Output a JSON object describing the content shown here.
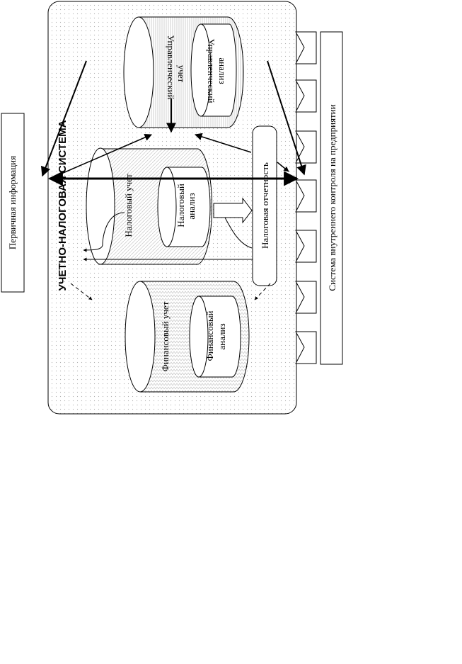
{
  "diagram": {
    "primary_info": "Первичная информация",
    "system_title": "УЧЕТНО-НАЛОГОВАЯ СИСТЕМА",
    "management": {
      "accounting_line1": "Управленческий",
      "accounting_line2": "учет",
      "analysis_line1": "Управленческий",
      "analysis_line2": "анализ"
    },
    "tax": {
      "accounting": "Налоговый учет",
      "analysis_line1": "Налоговый",
      "analysis_line2": "анализ"
    },
    "financial": {
      "accounting": "Финансовый учет",
      "analysis_line1": "Финансовый",
      "analysis_line2": "анализ"
    },
    "tax_reporting": "Налоговая отчетность",
    "internal_control": "Система внутреннего контроля на предприятии"
  }
}
